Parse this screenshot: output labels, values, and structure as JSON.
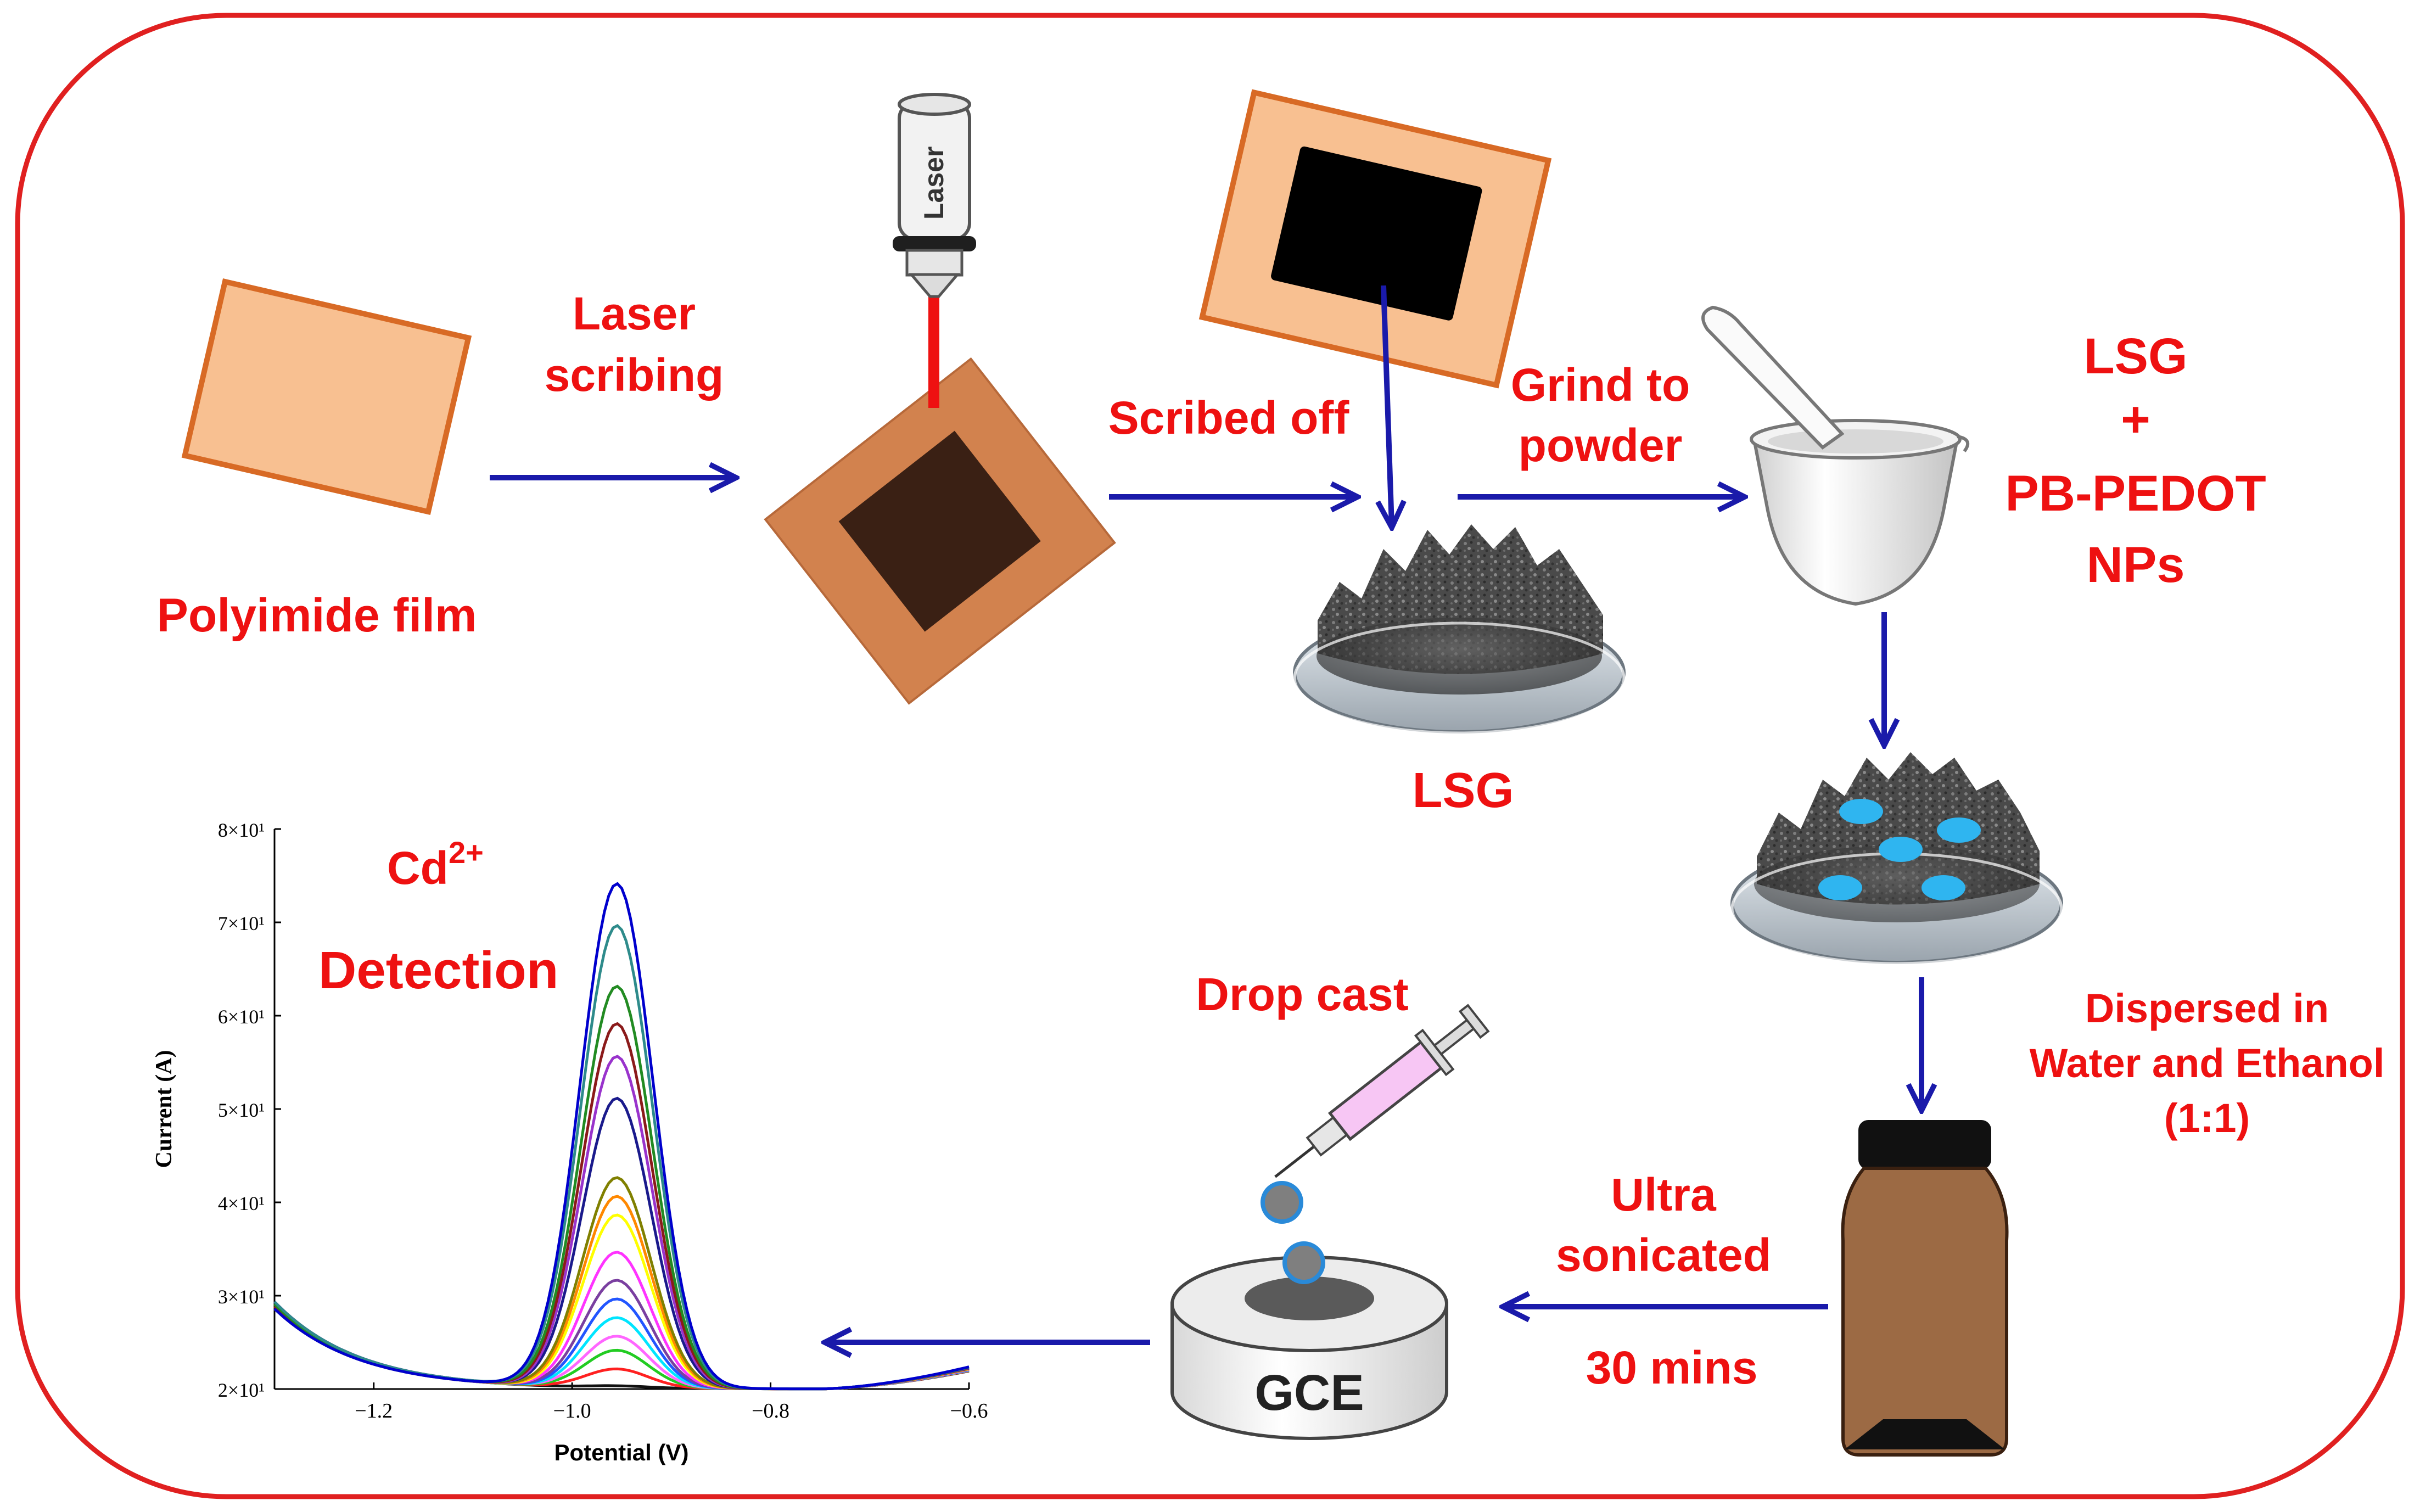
{
  "labels": {
    "polyimide": "Polyimide film",
    "laser_scribing": [
      "Laser",
      "scribing"
    ],
    "laser_head": "Laser",
    "scribed_off": "Scribed off",
    "grind": [
      "Grind to",
      "powder"
    ],
    "lsg_mix": [
      "LSG",
      "+",
      "PB-PEDOT",
      "NPs"
    ],
    "lsg": "LSG",
    "dispersed": [
      "Dispersed in",
      "Water and Ethanol",
      "(1:1)"
    ],
    "ultra": [
      "Ultra",
      "sonicated",
      "30 mins"
    ],
    "drop_cast": "Drop cast",
    "gce": "GCE",
    "cd_ion": "Cd",
    "cd_charge": "2+",
    "detection": "Detection"
  },
  "colors": {
    "label_red": "#ee1111",
    "arrow_blue": "#1a1aaa",
    "border_red": "#e02020",
    "film_fill": "#f8c091",
    "film_stroke": "#d86a25",
    "scribed_frame": "#d2824e",
    "scribed_area": "#3a2014",
    "np_blue": "#2fb5f0",
    "vial_brown": "#9c6a44"
  },
  "icons": [
    "laser-head-icon",
    "mortar-pestle-icon",
    "petri-dish-icon",
    "syringe-icon",
    "vial-icon",
    "electrode-icon"
  ],
  "chart_data": {
    "type": "line",
    "xlabel": "Potential (V)",
    "ylabel": "Current  (A)",
    "xlim": [
      -1.3,
      -0.6
    ],
    "ylim": [
      20,
      80
    ],
    "xticks": [
      -1.2,
      -1.0,
      -0.8,
      -0.6
    ],
    "xtick_labels": [
      "−1.2",
      "−1.0",
      "−0.8",
      "−0.6"
    ],
    "ytick_labels": [
      "2×10¹",
      "3×10¹",
      "4×10¹",
      "5×10¹",
      "6×10¹",
      "7×10¹",
      "8×10¹"
    ],
    "ytick_values": [
      20,
      30,
      40,
      50,
      60,
      70,
      80
    ],
    "peak_potential": -0.955,
    "series": [
      {
        "color": "#111111",
        "peak": 20.2
      },
      {
        "color": "#ff2020",
        "peak": 22.0
      },
      {
        "color": "#22cc22",
        "peak": 24.0
      },
      {
        "color": "#ff66ff",
        "peak": 25.5
      },
      {
        "color": "#00e5ff",
        "peak": 27.5
      },
      {
        "color": "#2255ff",
        "peak": 29.5
      },
      {
        "color": "#7a3fa0",
        "peak": 31.5
      },
      {
        "color": "#ff33ff",
        "peak": 34.5
      },
      {
        "color": "#ffff00",
        "peak": 38.5
      },
      {
        "color": "#ff8800",
        "peak": 40.5
      },
      {
        "color": "#808000",
        "peak": 42.5
      },
      {
        "color": "#1a1a8c",
        "peak": 51.0
      },
      {
        "color": "#9933cc",
        "peak": 55.5
      },
      {
        "color": "#8b1a1a",
        "peak": 59.0
      },
      {
        "color": "#228b22",
        "peak": 63.0
      },
      {
        "color": "#2e8b8b",
        "peak": 69.5
      },
      {
        "color": "#0000cd",
        "peak": 74.0
      }
    ]
  }
}
